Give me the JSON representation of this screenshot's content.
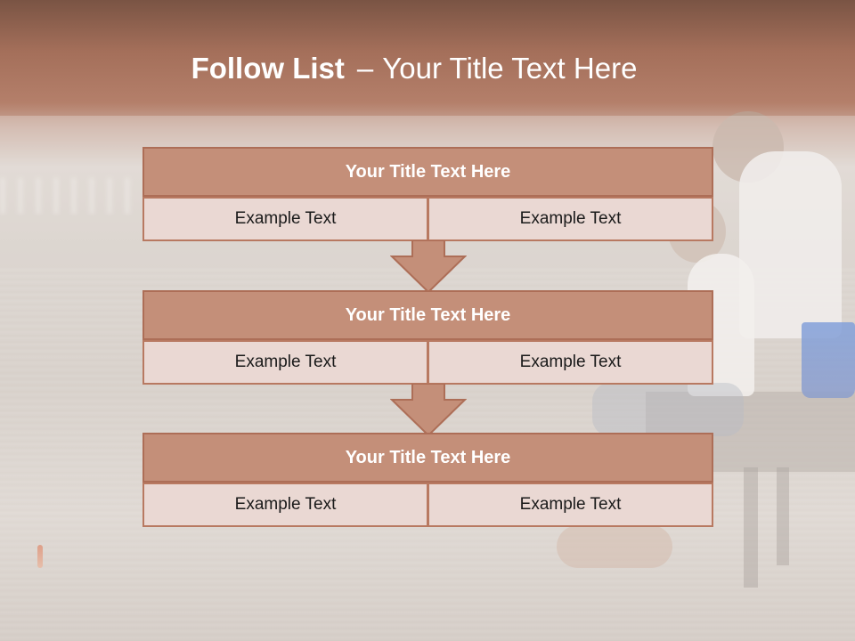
{
  "slide": {
    "title_bold": "Follow List",
    "title_sep": "–",
    "title_rest": "Your Title Text Here"
  },
  "steps": [
    {
      "title": "Your Title Text Here",
      "left": "Example Text",
      "right": "Example Text"
    },
    {
      "title": "Your Title Text Here",
      "left": "Example Text",
      "right": "Example Text"
    },
    {
      "title": "Your Title Text Here",
      "left": "Example Text",
      "right": "Example Text"
    }
  ],
  "colors": {
    "header_fill": "#c48f79",
    "header_border": "#ad6e57",
    "cell_fill": "#ead8d3",
    "arrow_fill": "#c48f79"
  }
}
